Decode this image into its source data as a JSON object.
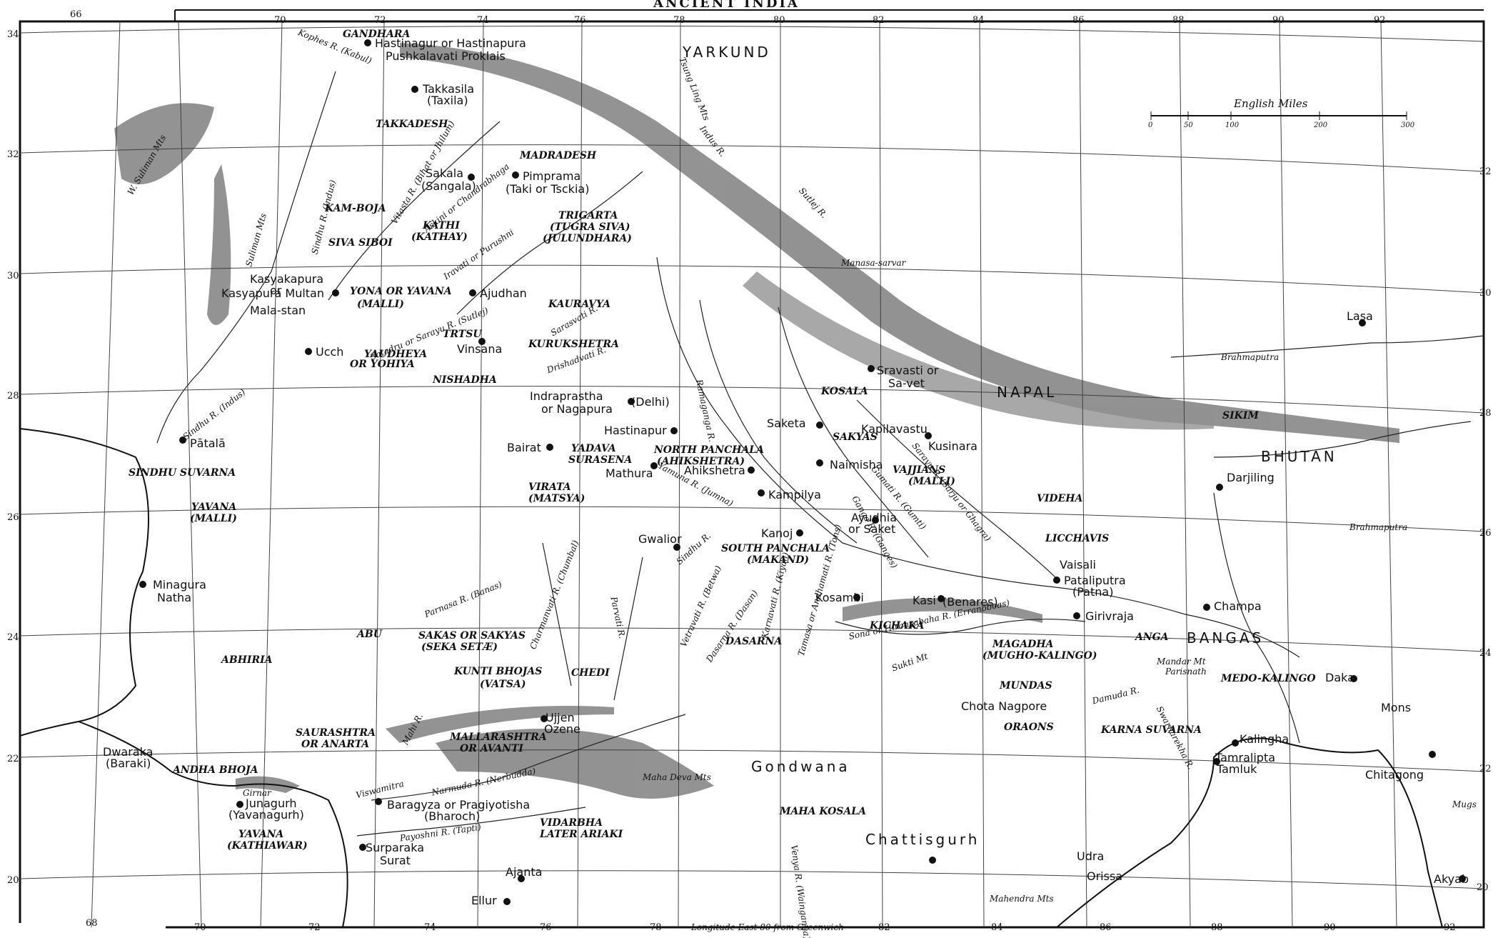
{
  "map": {
    "title": "ANCIENT INDIA",
    "footer": "Longitude East 80 from Greenwich",
    "scale": {
      "title": "English Miles",
      "ticks": [
        "0",
        "50",
        "100",
        "200",
        "300"
      ]
    }
  },
  "graticule": {
    "top_longitudes": [
      "66",
      "70",
      "72",
      "74",
      "76",
      "78",
      "80",
      "82",
      "84",
      "86",
      "88",
      "90",
      "92"
    ],
    "bottom_longitudes": [
      "68",
      "70",
      "72",
      "74",
      "76",
      "78",
      "82",
      "84",
      "86",
      "88",
      "90",
      "92"
    ],
    "left_latitudes": [
      "34",
      "32",
      "30",
      "28",
      "26",
      "24",
      "22",
      "20"
    ],
    "right_latitudes": [
      "32",
      "30",
      "28",
      "26",
      "24",
      "22",
      "20"
    ]
  },
  "labels": {
    "yarkund": "YARKUND",
    "gandhara": "GANDHARA",
    "hastinagur": "Hastinagur or Hastinapura",
    "pushkalavati": "Pushkalavati Proklais",
    "takkasila": "Takkasila",
    "taxila": "(Taxila)",
    "takkadesh": "TAKKADESH",
    "madradesh": "MADRADESH",
    "sakala": "Sakala",
    "sangala": "(Sangala)",
    "pimprama": "Pimprama",
    "taki": "(Taki or Tsckia)",
    "trigarta": "TRIGARTA",
    "tugra": "(TUGRA SIVA)",
    "julundhara": "(JULUNDHARA)",
    "kamboja": "KAM-BOJA",
    "siva_siboi": "SIVA SIBOI",
    "kathi": "KATHI",
    "kathay": "(KATHAY)",
    "yona": "YONA OR YAVANA",
    "malli": "(MALLI)",
    "kasyakapura": "Kasyakapura",
    "or": "or",
    "kasyapura": "Kasyapura Multan",
    "malastan": "Mala-stan",
    "ajudhan": "Ajudhan",
    "kauravya": "KAURAVYA",
    "kurukshetra": "KURUKSHETRA",
    "trtsu": "TRTSU",
    "vinsana": "Vinsana",
    "ucch": "Ucch",
    "yaudheya": "YAUDHEYA",
    "or_yohiya": "OR YOHIYA",
    "nishadha": "NISHADHA",
    "indraprastha": "Indraprastha",
    "delhi": "(Delhi)",
    "nagapura": "or Nagapura",
    "hastinapur": "Hastinapur",
    "patala": "Pātalā",
    "sindhu_suvarna": "SINDHU SUVARNA",
    "yavana_malli": "YAVANA",
    "yavana_malli2": "(MALLI)",
    "bairat": "Bairat",
    "yadava": "YADAVA",
    "surasena": "SURASENA",
    "north_panchala": "NORTH PANCHALA",
    "ahikshetra_reg": "(AHIKSHETRA)",
    "ahikshetra": "Ahikshetra",
    "mathura": "Mathura",
    "virata": "VIRATA",
    "matsya": "(MATSYA)",
    "kampilya": "Kampilya",
    "kanoj": "Kanoj",
    "south_panchala": "SOUTH PANCHALA",
    "makand": "(MAKAND)",
    "gwalior": "Gwalior",
    "minagura": "Minagura",
    "natha": "Natha",
    "abu": "ABU",
    "sakas": "SAKAS OR SAKYAS",
    "seka": "(SEKA SETÆ)",
    "abhiria": "ABHIRIA",
    "kunti": "KUNTI BHOJAS",
    "vatsa": "(VATSA)",
    "chedi": "CHEDI",
    "ujjen": "Ujjen",
    "ozene": "Ozene",
    "saurashtra": "SAURASHTRA",
    "anarta": "OR ANARTA",
    "mallarashtra": "MALLARASHTRA",
    "avanti": "OR AVANTI",
    "dwaraka": "Dwaraka",
    "baraki": "(Baraki)",
    "andha": "ANDHA BHOJA",
    "junagurh": "Junagurh",
    "yavanagurh": "(Yavanagurh)",
    "yavana_k": "YAVANA",
    "kathiawar": "(KATHIAWAR)",
    "baragyza": "Baragyza or Pragiyotisha",
    "bharoch": "(Bharoch)",
    "vidarbha": "VIDARBHA",
    "later_ariaki": "LATER ARIAKI",
    "surparaka": "Surparaka",
    "surat": "Surat",
    "ajanta": "Ajanta",
    "ellur": "Ellur",
    "maha_deva": "Maha Deva Mts",
    "gondwana": "Gondwana",
    "maha_kosala": "MAHA KOSALA",
    "chattisgurh": "Chattisgurh",
    "dasarna": "DASARNA",
    "kosambi": "Kosambi",
    "kichaka": "KICHAKA",
    "kasi": "Kasi",
    "benares": "(Benares)",
    "ayudhia": "Ayudhia",
    "or_saket": "or Saket",
    "saketa": "Saketa",
    "naimisha": "Naimisha",
    "kosala": "KOSALA",
    "sravasti": "Sravasti or",
    "savet": "Sa-vet",
    "sakyas": "SAKYAS",
    "kapilavastu": "Kapilavastu",
    "kusinara": "Kusinara",
    "vajjians": "VAJJIANS",
    "malli2": "(MALLI)",
    "napal": "NAPAL",
    "videha": "VIDEHA",
    "licchavis": "LICCHAVIS",
    "vaisali": "Vaisali",
    "pataliputra": "Pataliputra",
    "patna": "(Patna)",
    "girivraja": "Girivraja",
    "magadha": "MAGADHA",
    "mugho": "(MUGHO-KALINGO)",
    "anga": "ANGA",
    "champa": "Champa",
    "bangas": "BANGAS",
    "mundas": "MUNDAS",
    "chota": "Chota Nagpore",
    "oraons": "ORAONS",
    "karna": "KARNA SUVARNA",
    "mandar": "Mandar Mt",
    "parisnath": "Parisnath",
    "medo": "MEDO-KALINGO",
    "daka": "Daka",
    "mons": "Mons",
    "kalinga": "Kalingha",
    "tamralipta": "Tamralipta",
    "tamluk": "Tamluk",
    "chitagong": "Chitagong",
    "mugs": "Mugs",
    "akyab": "Akyab",
    "udra": "Udra",
    "orissa": "Orissa",
    "mahendra": "Mahendra Mts",
    "darjiling": "Darjiling",
    "bhutan": "BHUTAN",
    "sikim": "SIKIM",
    "lasa": "Lasa",
    "brahmaputra": "Brahmaputra",
    "brahmaputra2": "Brahmaputra",
    "manasarovar": "Manasa-sarvar",
    "suliman_mts": "Suliman Mts",
    "w_suliman": "W. Suliman Mts",
    "tsung_ling": "Tsung Ling Mts",
    "indus_r": "Indus R.",
    "sutlej_r": "Sutlej R.",
    "sindhu_r": "Sindhu R. (Indus)",
    "sindhu_r2": "Sindhu R. (Indus)",
    "kophes": "Kophes R. (Kabul)",
    "vitasta": "Vitasta R. (Bihat or Jhilum)",
    "askini": "Askini or Chandrabhaga",
    "iravati": "Iravati or Purushni",
    "satadru": "Satadru or Sarayu R. (Sutlej)",
    "sarasvati": "Sarasvati R.",
    "drishadvati": "Drishadvati R.",
    "ramaganga": "Ramaganga R.",
    "yamuna": "Yamuna R. (Jumna)",
    "ganga": "Ganga R. (Ganges)",
    "gumti": "Gumati R. (Gumti)",
    "sarayu": "Sarayu R. (Sarju or Ghagra)",
    "sindhu_c": "Sindhu R.",
    "parnasa": "Parnasa R. (Banas)",
    "charmanvati": "Charmanvati R. (Chumbal)",
    "parvati": "Parvati R.",
    "vetravati": "Vetravati R. (Betwa)",
    "dasarna_r": "Dasarna R. (Dasan)",
    "karnavati": "Karnavati R. (Kiyan)",
    "mahi": "Mahi R.",
    "narmuda": "Narmuda R. (Nerbudda)",
    "tapti": "Payoshni R. (Tapti)",
    "sona": "Sona or Hiranyabaha R. (Erranoboas)",
    "sukti": "Sukti Mt",
    "damuda": "Damuda R.",
    "swarnarekha": "Swarnarekha R.",
    "viswamitra": "Viswamitra",
    "girnar": "Girnar",
    "wainganga": "Venya R. (Wainganga)",
    "tamasa": "Tamasa or Andhamati R. (Tons)"
  }
}
